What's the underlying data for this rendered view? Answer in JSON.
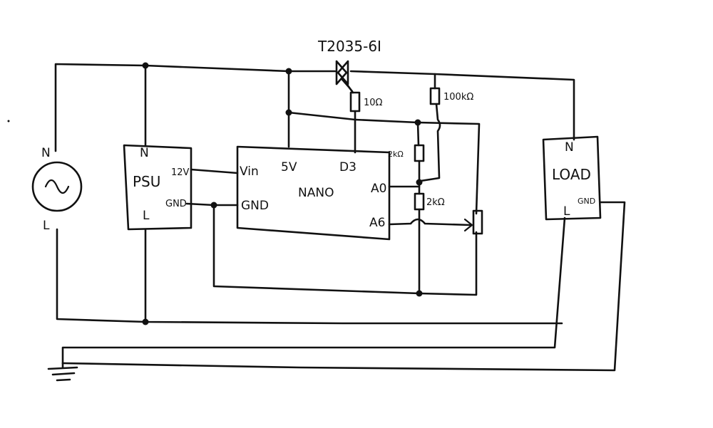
{
  "diagram": {
    "components": {
      "triac": {
        "label": "T2035-6I"
      },
      "r_gate": {
        "label": "10Ω"
      },
      "r_snubber": {
        "label": "100kΩ"
      },
      "r_div_top": {
        "label": "2kΩ"
      },
      "r_div_bottom": {
        "label": "2kΩ"
      },
      "ac_source": {
        "n_label": "N",
        "l_label": "L",
        "symbol": "~"
      },
      "psu": {
        "title": "PSU",
        "n_label": "N",
        "l_label": "L",
        "pin_12v": "12V",
        "pin_gnd": "GND"
      },
      "mcu": {
        "title": "NANO",
        "pin_vin": "Vin",
        "pin_5v": "5V",
        "pin_d3": "D3",
        "pin_gnd": "GND",
        "pin_a0": "A0",
        "pin_a6": "A6"
      },
      "load": {
        "title": "LOAD",
        "n_label": "N",
        "l_label": "L",
        "pin_gnd": "GND"
      }
    },
    "colors": {
      "ink": "#111111",
      "paper": "#ffffff"
    }
  }
}
